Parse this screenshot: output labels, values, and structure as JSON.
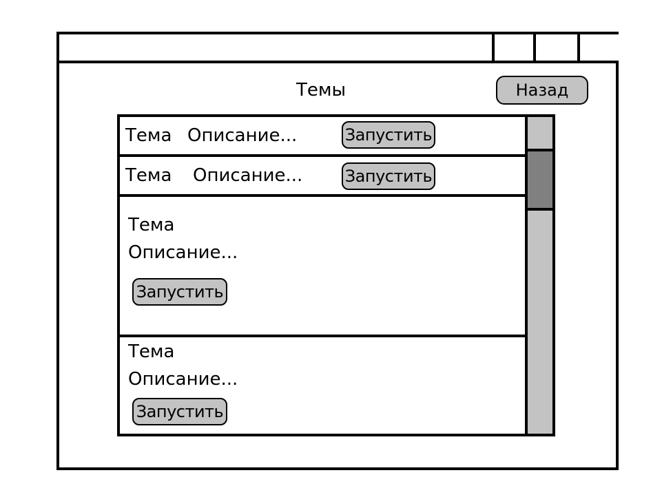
{
  "window": {
    "title": "Темы",
    "back_label": "Назад"
  },
  "topics": [
    {
      "title": "Тема",
      "description": "Описание...",
      "button": "Запустить"
    },
    {
      "title": "Тема",
      "description": "Описание...",
      "button": "Запустить"
    },
    {
      "title": "Тема",
      "description": "Описание...",
      "button": "Запустить"
    },
    {
      "title": "Тема",
      "description": "Описание...",
      "button": "Запустить"
    }
  ],
  "colors": {
    "button_fill": "#c3c3c3",
    "scroll_thumb": "#808080",
    "border": "#000000"
  }
}
